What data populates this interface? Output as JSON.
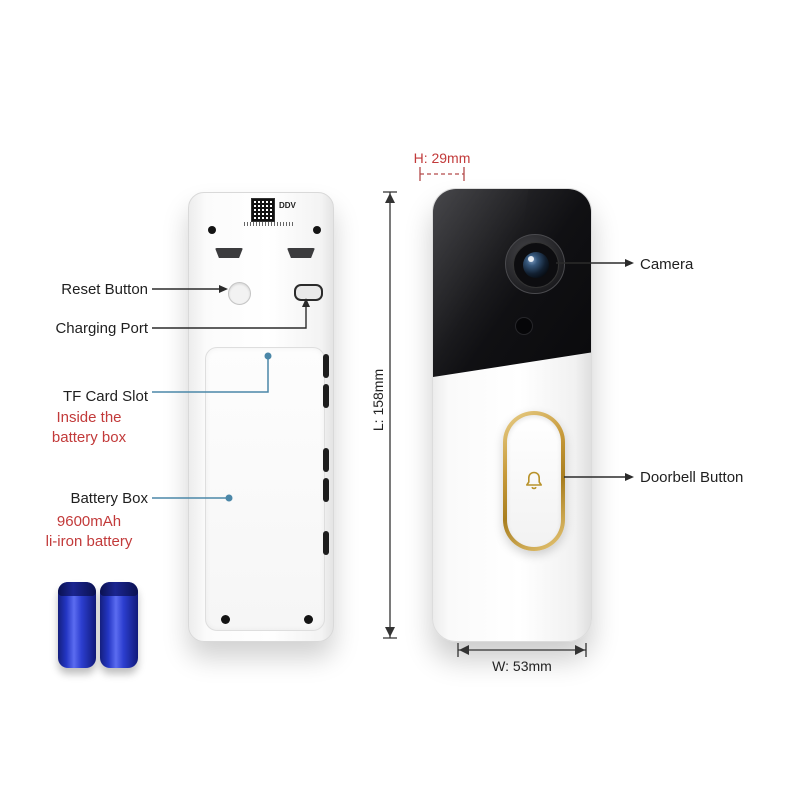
{
  "back_view": {
    "qr_label": "DDV",
    "labels": {
      "reset": "Reset Button",
      "charging": "Charging Port",
      "tf": "TF Card Slot",
      "tf_note": "Inside the\nbattery box",
      "battery": "Battery Box",
      "battery_note": "9600mAh\nli-iron battery"
    }
  },
  "front_view": {
    "labels": {
      "camera": "Camera",
      "doorbell": "Doorbell Button"
    }
  },
  "dimensions": {
    "height": "H: 29mm",
    "length": "L: 158mm",
    "width": "W: 53mm"
  },
  "colors": {
    "accent_red": "#c23a3a",
    "annotation_black": "#2b2b2b",
    "annotation_blue": "#4b87a8",
    "battery_blue": "#2436c4",
    "gold_ring": "#c79a3a"
  }
}
